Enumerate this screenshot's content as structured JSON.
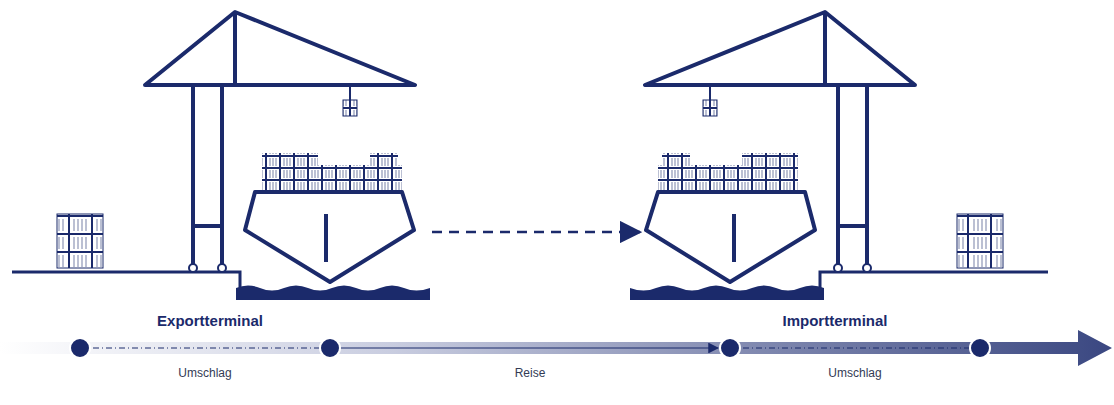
{
  "diagram": {
    "labels": [
      "Exportterminal",
      "Importterminal",
      "Umschlag",
      "Reise",
      "Umschlag"
    ]
  }
}
